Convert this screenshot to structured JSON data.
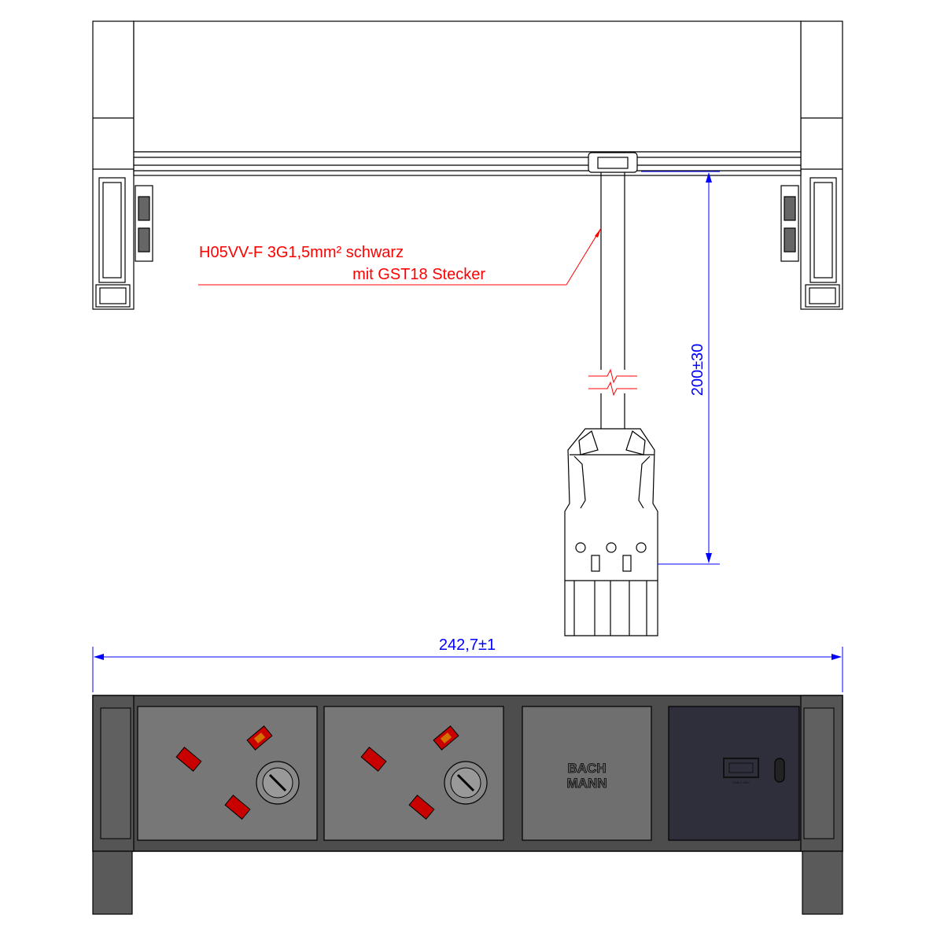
{
  "callout": {
    "line1": "H05VV-F 3G1,5mm² schwarz",
    "line2": "mit GST18 Stecker"
  },
  "dimensions": {
    "height": "200±30",
    "width": "242,7±1"
  },
  "logo": {
    "line1": "BACH",
    "line2": "MANN"
  },
  "usb_label": "USB-C 65W",
  "colors": {
    "outline": "#000000",
    "callout": "#ff0000",
    "dimension": "#0000ff",
    "body_gray": "#737373",
    "frame_dark": "#4a4a4a",
    "usb_panel": "#2e2f3a",
    "switch_red": "#c80000"
  }
}
